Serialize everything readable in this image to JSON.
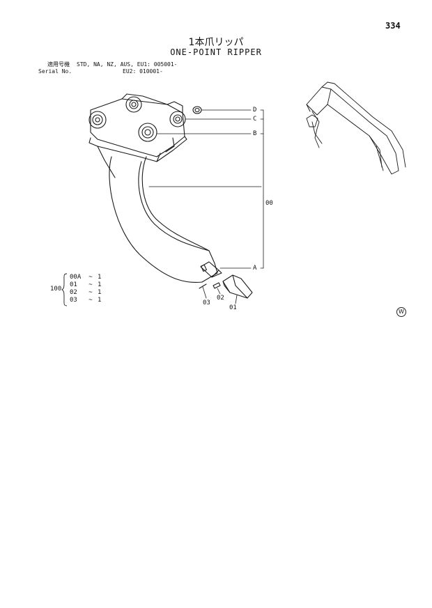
{
  "page_number": "334",
  "title_jp": "1本爪リッパ",
  "title_en": "ONE-POINT RIPPER",
  "serial": {
    "label_jp": "適用号機",
    "label_en": "Serial No.",
    "line1": "STD, NA, NZ, AUS, EU1: 005001-",
    "line2": "EU2: 010001-"
  },
  "callouts": {
    "D": "D",
    "C": "C",
    "B": "B",
    "A": "A",
    "assembly": "00",
    "p01": "01",
    "p02": "02",
    "p03": "03"
  },
  "components": {
    "assembly": "100",
    "rows": [
      {
        "part": "00A",
        "sep": "~",
        "qty": "1"
      },
      {
        "part": "01",
        "sep": "~",
        "qty": "1"
      },
      {
        "part": "02",
        "sep": "~",
        "qty": "1"
      },
      {
        "part": "03",
        "sep": "~",
        "qty": "1"
      }
    ]
  },
  "mark": "W"
}
